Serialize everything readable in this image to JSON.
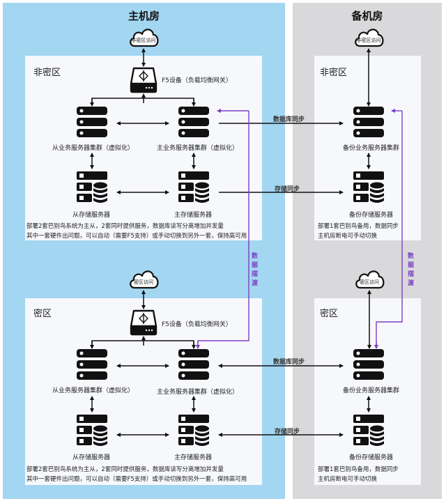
{
  "rooms": {
    "main": {
      "title": "主机房",
      "zones": {
        "public": {
          "label": "非密区",
          "cloud": "非密区访问",
          "f5": "F5设备（负载均衡网关）",
          "slave_cluster": "从业务服务器集群（虚拟化）",
          "master_cluster": "主业务服务器集群（虚拟化）",
          "slave_storage": "从存储服务器",
          "master_storage": "主存储服务器",
          "desc_line1": "部署2套巴别鸟系统为主从，2套同时提供服务，数据库读写分离增加并发量",
          "desc_line2": "其中一套硬件出问题，可以自动（需要F5支持）或手动切换到另外一套，保持高可用"
        },
        "secret": {
          "label": "密区",
          "cloud": "密区访问",
          "f5": "F5设备（负载均衡网关）",
          "slave_cluster": "从业务服务器集群（虚拟化）",
          "master_cluster": "主业务服务器集群（虚拟化）",
          "slave_storage": "从存储服务器",
          "master_storage": "主存储服务器",
          "desc_line1": "部署2套巴别鸟系统为主从，2套同时提供服务，数据库读写分离增加并发量",
          "desc_line2": "其中一套硬件出问题，可以自动（需要F5支持）或手动切换到另外一套，保持高可用"
        }
      },
      "transfer_label": "数据摆渡"
    },
    "backup": {
      "title": "备机房",
      "zones": {
        "public": {
          "label": "非密区",
          "cloud": "非密区访问",
          "backup_cluster": "备份业务服务器集群",
          "backup_storage": "备份存储服务器",
          "desc_line1": "部署1套巴别鸟备用，数据同步",
          "desc_line2": "主机房断电可手动切换"
        },
        "secret": {
          "label": "密区",
          "cloud": "密区访问",
          "backup_cluster": "备份业务服务器集群",
          "backup_storage": "备份存储服务器",
          "desc_line1": "部署1套巴别鸟备用，数据同步",
          "desc_line2": "主机房断电可手动切换"
        }
      },
      "transfer_label": "数据摆渡"
    }
  },
  "links": {
    "db_sync": "数据库同步",
    "storage_sync": "存储同步"
  },
  "colors": {
    "main_room": "#a3d6f1",
    "backup_room": "#d9d9db",
    "zone_bg": "#f7f8fb",
    "transfer_line": "#7b3fc4",
    "icon": "#111111"
  }
}
